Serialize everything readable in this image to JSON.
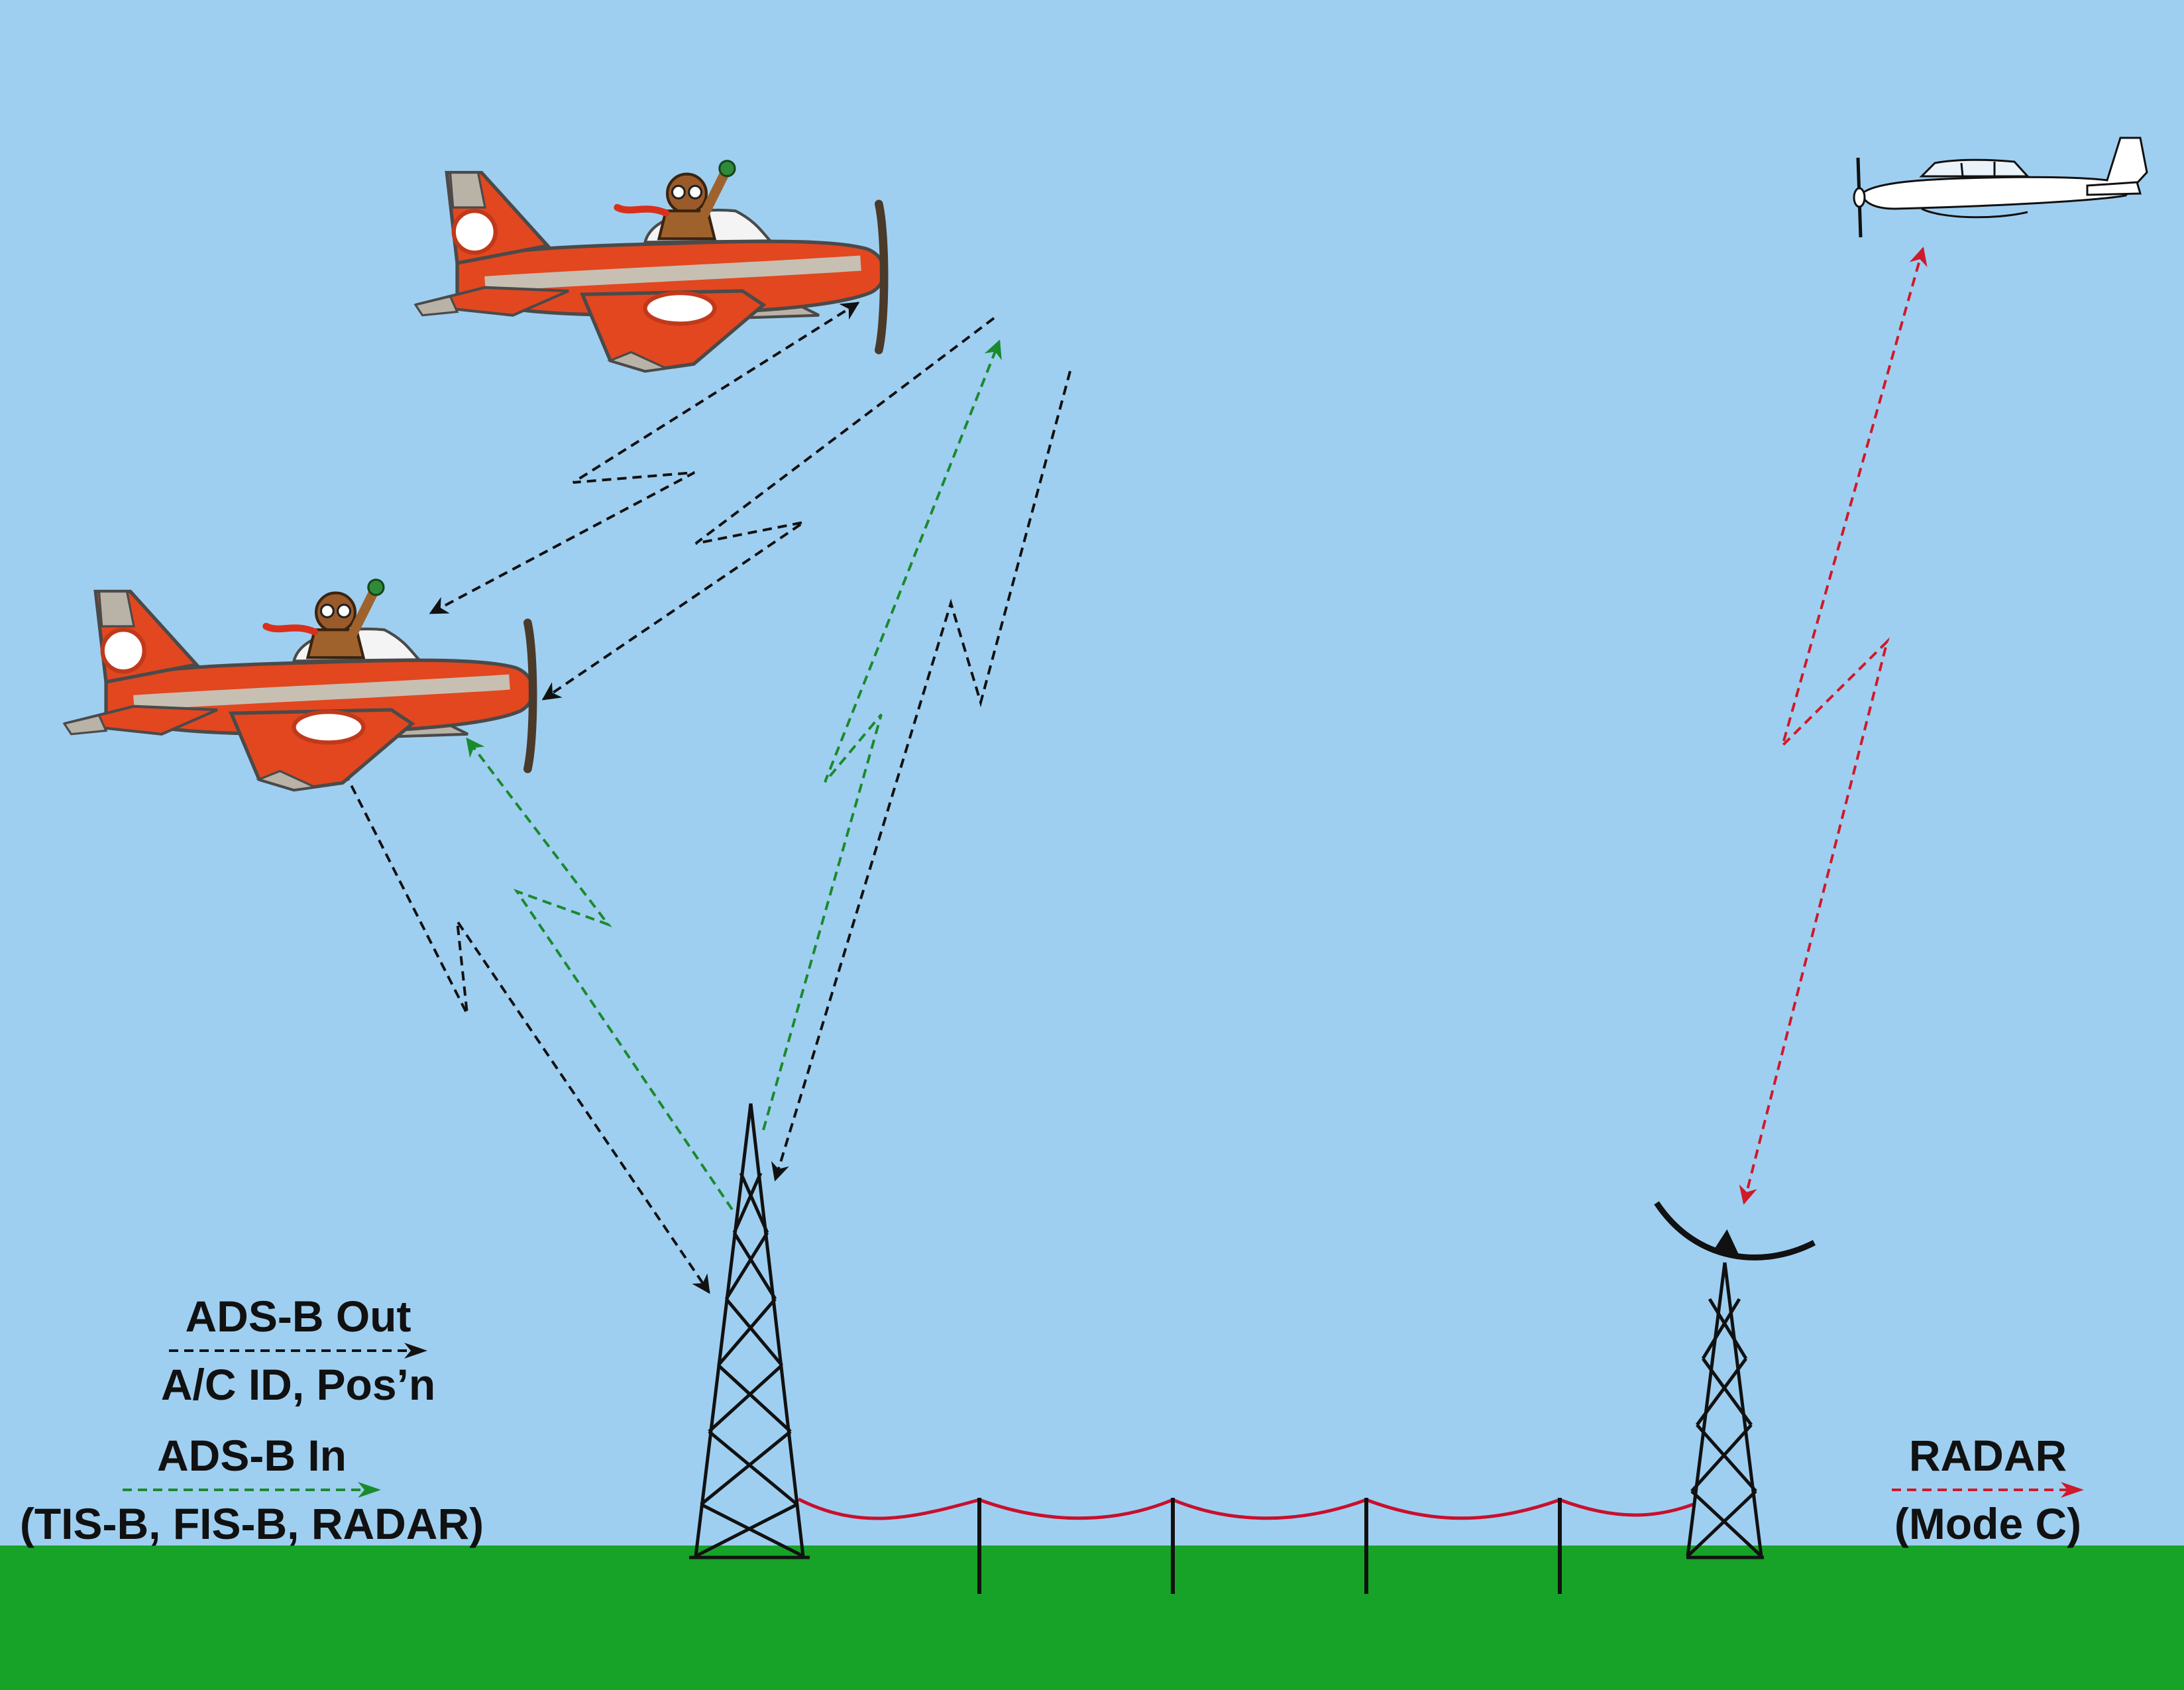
{
  "legend": {
    "ads_b_out": {
      "title": "ADS-B Out",
      "subtitle": "A/C ID, Pos’n",
      "color": "#111111"
    },
    "ads_b_in": {
      "title": "ADS-B In",
      "subtitle": "(TIS-B, FIS-B, RADAR)",
      "color": "#1a8a2e"
    },
    "radar": {
      "title": "RADAR",
      "subtitle": "(Mode C)",
      "color": "#d0192a"
    }
  },
  "colors": {
    "sky": "#9fcff0",
    "ground": "#17a327",
    "plane_body": "#e2471f",
    "plane_trim": "#b9b2a6",
    "wire": "#c8102e"
  },
  "icons": {
    "aircraft_left": "cartoon-airplane-icon",
    "aircraft_center": "cartoon-airplane-icon",
    "aircraft_radar": "small-airplane-outline-icon",
    "ground_station": "lattice-tower-icon",
    "radar_station": "radar-dish-tower-icon"
  }
}
